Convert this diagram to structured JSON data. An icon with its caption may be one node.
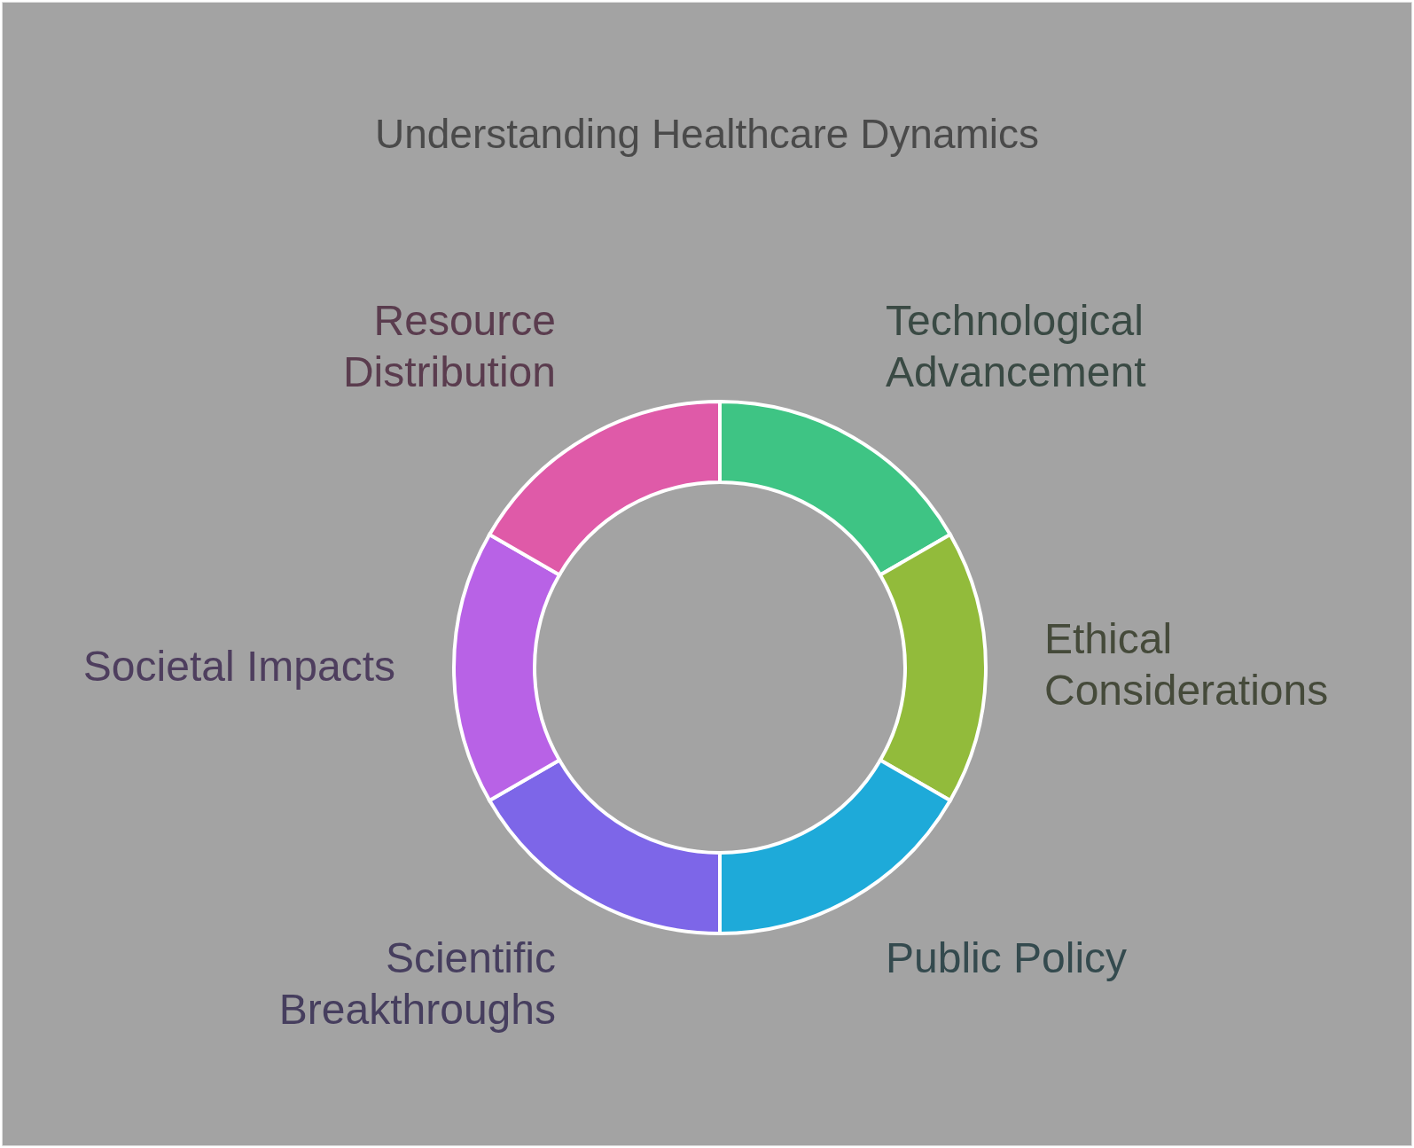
{
  "diagram": {
    "title": "Understanding Healthcare Dynamics",
    "nodes": [
      {
        "text": [
          "Technological Advancement"
        ]
      },
      {
        "text": [
          "Ethical Considerations"
        ]
      },
      {
        "text": [
          "Public Policy"
        ]
      },
      {
        "text": [
          "Scientific Breakthroughs"
        ]
      },
      {
        "text": [
          "Societal Impacts"
        ]
      },
      {
        "text": [
          "Resource Distribution"
        ]
      }
    ]
  }
}
